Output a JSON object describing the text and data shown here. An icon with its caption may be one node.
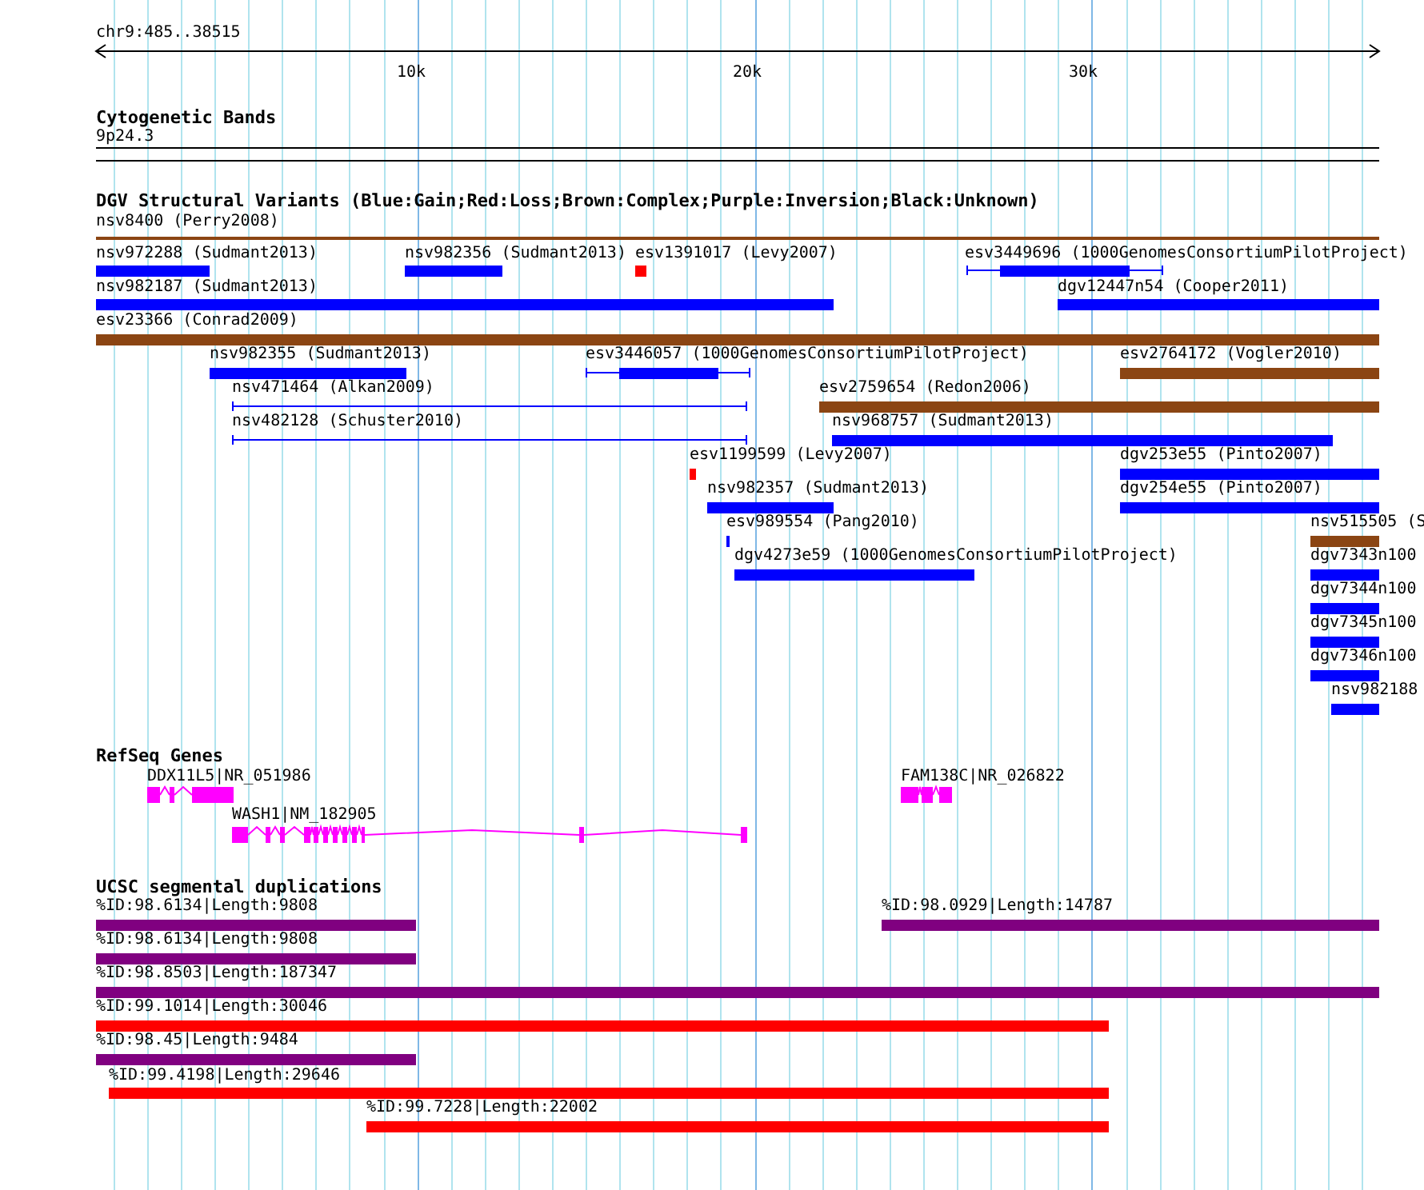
{
  "diagram": {
    "nodes": [
      {
        "text": [
          "Cytogenetic Bands"
        ]
      },
      {
        "text": [
          "9p24.3"
        ],
        "in": 0
      },
      {
        "text": [
          "DGV Structural Variants (Blue:Gain;Red:Loss;Brown:Complex;Purple:Inversion;Black:Unknown)"
        ]
      },
      {
        "text": [
          "nsv8400 (Perry2008)"
        ],
        "in": 2
      },
      {
        "text": [
          "nsv972288 (Sudmant2013)"
        ],
        "in": 2
      },
      {
        "text": [
          "nsv982356 (Sudmant2013)"
        ],
        "in": 2
      },
      {
        "text": [
          "esv1391017 (Levy2007)"
        ],
        "in": 2
      },
      {
        "text": [
          "esv3449696 (1000GenomesConsortiumPilotProject)"
        ],
        "in": 2
      },
      {
        "text": [
          "nsv982187 (Sudmant2013)"
        ],
        "in": 2
      },
      {
        "text": [
          "dgv12447n54 (Cooper2011)"
        ],
        "in": 2
      },
      {
        "text": [
          "esv23366 (Conrad2009)"
        ],
        "in": 2
      },
      {
        "text": [
          "nsv982355 (Sudmant2013)"
        ],
        "in": 2
      },
      {
        "text": [
          "esv3446057 (1000GenomesConsortiumPilotProject)"
        ],
        "in": 2
      },
      {
        "text": [
          "esv2764172 (Vogler2010)"
        ],
        "in": 2
      },
      {
        "text": [
          "nsv471464 (Alkan2009)"
        ],
        "in": 2
      },
      {
        "text": [
          "esv2759654 (Redon2006)"
        ],
        "in": 2
      },
      {
        "text": [
          "nsv482128 (Schuster2010)"
        ],
        "in": 2
      },
      {
        "text": [
          "nsv968757 (Sudmant2013)"
        ],
        "in": 2
      },
      {
        "text": [
          "esv1199599 (Levy2007)"
        ],
        "in": 2
      },
      {
        "text": [
          "dgv253e55 (Pinto2007)"
        ],
        "in": 2
      },
      {
        "text": [
          "nsv982357 (Sudmant2013)"
        ],
        "in": 2
      },
      {
        "text": [
          "dgv254e55 (Pinto2007)"
        ],
        "in": 2
      },
      {
        "text": [
          "esv989554 (Pang2010)"
        ],
        "in": 2
      },
      {
        "text": [
          "nsv515505 (S"
        ],
        "in": 2
      },
      {
        "text": [
          "dgv4273e59 (1000GenomesConsortiumPilotProject)"
        ],
        "in": 2
      },
      {
        "text": [
          "dgv7343n100"
        ],
        "in": 2
      },
      {
        "text": [
          "dgv7344n100"
        ],
        "in": 2
      },
      {
        "text": [
          "dgv7345n100"
        ],
        "in": 2
      },
      {
        "text": [
          "dgv7346n100"
        ],
        "in": 2
      },
      {
        "text": [
          "nsv982188"
        ],
        "in": 2
      },
      {
        "text": [
          "RefSeq Genes"
        ]
      },
      {
        "text": [
          "DDX11L5|NR_051986"
        ],
        "in": 30
      },
      {
        "text": [
          "FAM138C|NR_026822"
        ],
        "in": 30
      },
      {
        "text": [
          "WASH1|NM_182905"
        ],
        "in": 30
      },
      {
        "text": [
          "UCSC segmental duplications"
        ]
      },
      {
        "text": [
          "%ID:98.6134|Length:9808"
        ],
        "in": 34
      },
      {
        "text": [
          "%ID:98.0929|Length:14787"
        ],
        "in": 34
      },
      {
        "text": [
          "%ID:98.6134|Length:9808"
        ],
        "in": 34
      },
      {
        "text": [
          "%ID:98.8503|Length:187347"
        ],
        "in": 34
      },
      {
        "text": [
          "%ID:99.1014|Length:30046"
        ],
        "in": 34
      },
      {
        "text": [
          "%ID:98.45|Length:9484"
        ],
        "in": 34
      },
      {
        "text": [
          "%ID:99.4198|Length:29646"
        ],
        "in": 34
      },
      {
        "text": [
          "%ID:99.7228|Length:22002"
        ],
        "in": 34
      }
    ],
    "edges": [],
    "labels": [
      "chr9:485..38515",
      "10k",
      "20k",
      "30k"
    ]
  }
}
